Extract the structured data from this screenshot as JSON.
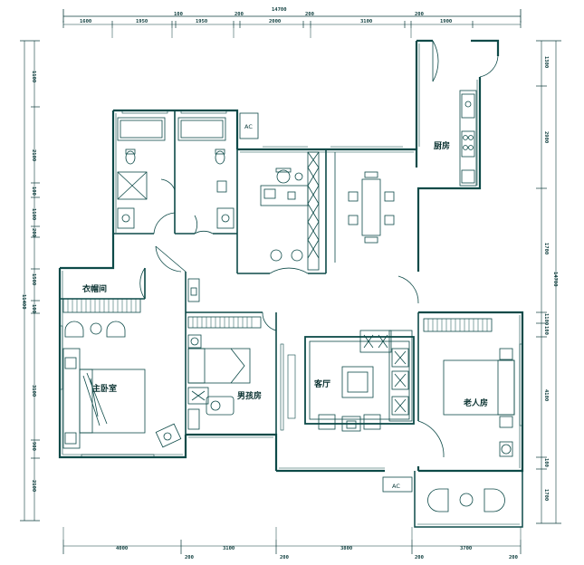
{
  "dimensions": {
    "top_total": "14700",
    "top_segments": [
      "1600",
      "1950",
      "100",
      "1950",
      "200",
      "2000",
      "200",
      "3100",
      "200",
      "1900"
    ],
    "bottom_segments": [
      "4000",
      "3100",
      "3800",
      "3700"
    ],
    "bottom_sub": [
      "200",
      "200",
      "200",
      "200"
    ],
    "left_total": "11400",
    "left_segments": [
      "1100",
      "2100",
      "100",
      "1100",
      "200",
      "1500",
      "100",
      "3100",
      "900",
      "2100"
    ],
    "right_total": "14700",
    "right_segments": [
      "1300",
      "2900",
      "1700",
      "1100",
      "100",
      "4100",
      "100",
      "1700"
    ]
  },
  "rooms": {
    "kitchen": "厨房",
    "wardrobe": "衣帽间",
    "master_bedroom": "主卧室",
    "boys_room": "男孩房",
    "living_room": "客厅",
    "elder_room": "老人房"
  },
  "labels": {
    "ac_top": "AC",
    "ac_bottom": "AC"
  }
}
